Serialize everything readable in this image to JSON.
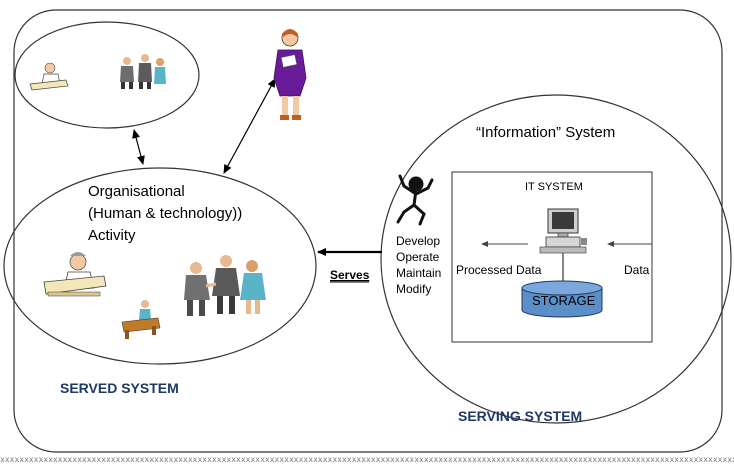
{
  "served": {
    "activity_lines": [
      "Organisational",
      "(Human & technology))",
      "Activity"
    ],
    "system_label": "SERVED SYSTEM"
  },
  "serving": {
    "title": "“Information” System",
    "actions": [
      "Develop",
      "Operate",
      "Maintain",
      "Modify"
    ],
    "system_label": "SERVING SYSTEM"
  },
  "it_system": {
    "title": "IT SYSTEM",
    "processed_label": "Processed Data",
    "data_label": "Data",
    "storage_label": "STORAGE"
  },
  "relation": {
    "serves_label": "Serves"
  },
  "icons": [
    "person-writing-icon",
    "business-people-icon",
    "woman-with-document-icon",
    "dancing-figure-icon",
    "computer-icon",
    "storage-cylinder-icon",
    "person-at-desk-icon"
  ],
  "colors": {
    "label_color": "#1f3864",
    "storage_fill": "#5b8fc9",
    "woman_suit": "#6a1b9a"
  }
}
